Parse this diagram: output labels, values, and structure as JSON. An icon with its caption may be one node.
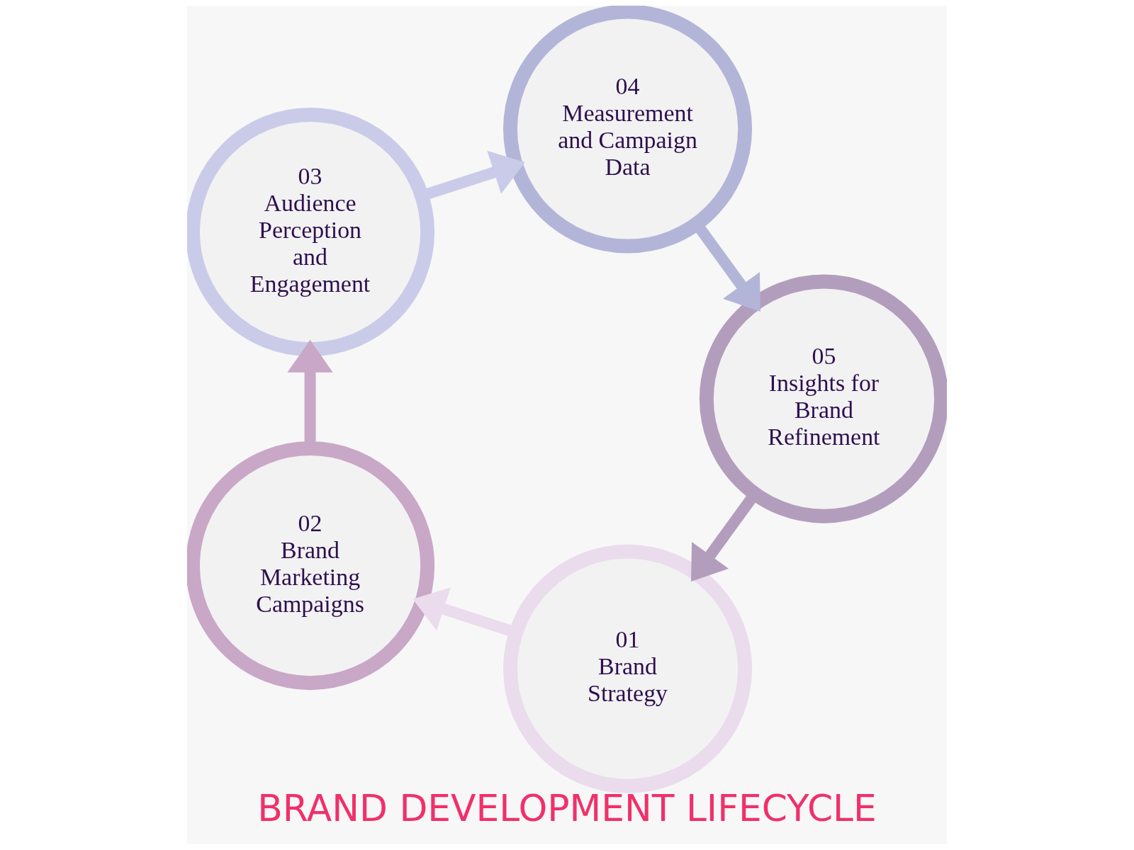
{
  "diagram": {
    "title": "BRAND DEVELOPMENT LIFECYCLE",
    "nodes": [
      {
        "text": [
          "01",
          "Brand Strategy"
        ]
      },
      {
        "text": [
          "02",
          "Brand Marketing Campaigns"
        ]
      },
      {
        "text": [
          "03",
          "Audience Perception and Engagement"
        ]
      },
      {
        "text": [
          "04",
          "Measurement and Campaign Data"
        ]
      },
      {
        "text": [
          "05",
          "Insights for Brand Refinement"
        ]
      }
    ],
    "edges": [
      {
        "from": 0,
        "to": 1,
        "arrow": "to",
        "color": "#eadcec"
      },
      {
        "from": 1,
        "to": 2,
        "arrow": "to",
        "color": "#c9a7c7"
      },
      {
        "from": 2,
        "to": 3,
        "arrow": "to",
        "color": "#c9cbe9"
      },
      {
        "from": 3,
        "to": 4,
        "arrow": "to",
        "color": "#b3b5d8"
      },
      {
        "from": 4,
        "to": 0,
        "arrow": "to",
        "color": "#b39dbd"
      }
    ]
  }
}
